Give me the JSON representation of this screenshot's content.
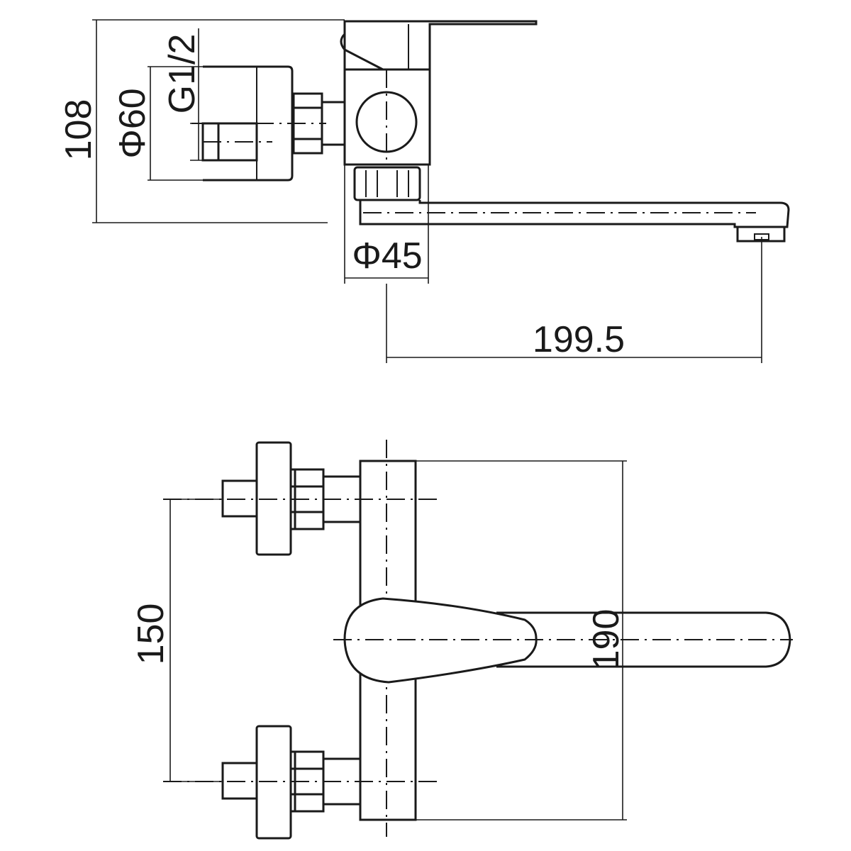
{
  "dimensions": {
    "side_height": "108",
    "side_diameter_escutcheon": "Φ60",
    "side_thread": "G1/2",
    "side_diameter_body": "Φ45",
    "side_spout_reach": "199.5",
    "front_inlet_spacing": "150",
    "front_spout_length": "190"
  },
  "colors": {
    "line": "#1a1a1a",
    "background": "#ffffff"
  }
}
